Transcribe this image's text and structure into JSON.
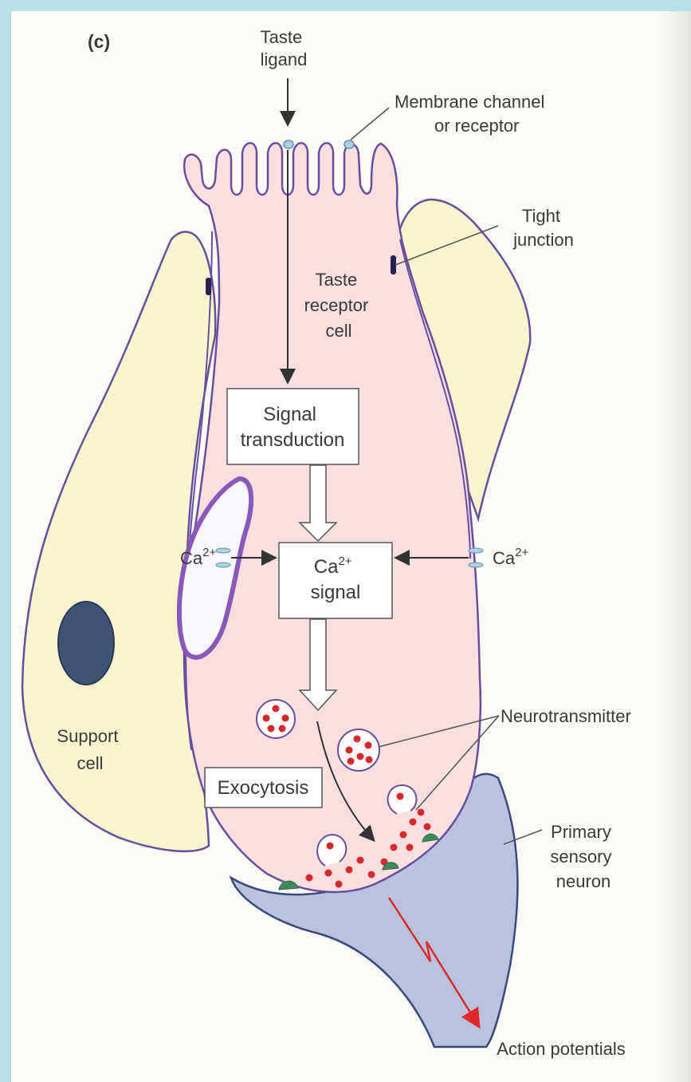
{
  "panel_label": "(c)",
  "labels": {
    "taste_ligand": [
      "Taste",
      "ligand"
    ],
    "membrane_channel": [
      "Membrane channel",
      "or receptor"
    ],
    "tight_junction": [
      "Tight",
      "junction"
    ],
    "taste_receptor_cell": [
      "Taste",
      "receptor",
      "cell"
    ],
    "signal_transduction": [
      "Signal",
      "transduction"
    ],
    "ca_signal": {
      "base": "Ca",
      "sup": "2+",
      "line2": "signal"
    },
    "ca_left": {
      "base": "Ca",
      "sup": "2+"
    },
    "ca_right": {
      "base": "Ca",
      "sup": "2+"
    },
    "support_cell": [
      "Support",
      "cell"
    ],
    "neurotransmitter": "Neurotransmitter",
    "exocytosis": "Exocytosis",
    "primary_sensory_neuron": [
      "Primary",
      "sensory",
      "neuron"
    ],
    "action_potentials": "Action potentials"
  },
  "colors": {
    "receptor_cell": "#f9dfdf",
    "support_cell": "#fbf4cf",
    "neuron": "#b9c3de",
    "membrane": "#6a4e9e",
    "vesicle_dot": "#d8282c",
    "nucleus": "#3f5473",
    "receptor_site": "#3f8a5a",
    "action_potential": "#e0282a",
    "tight_junction": "#2a1f52",
    "channel": "#a9d3e3"
  }
}
